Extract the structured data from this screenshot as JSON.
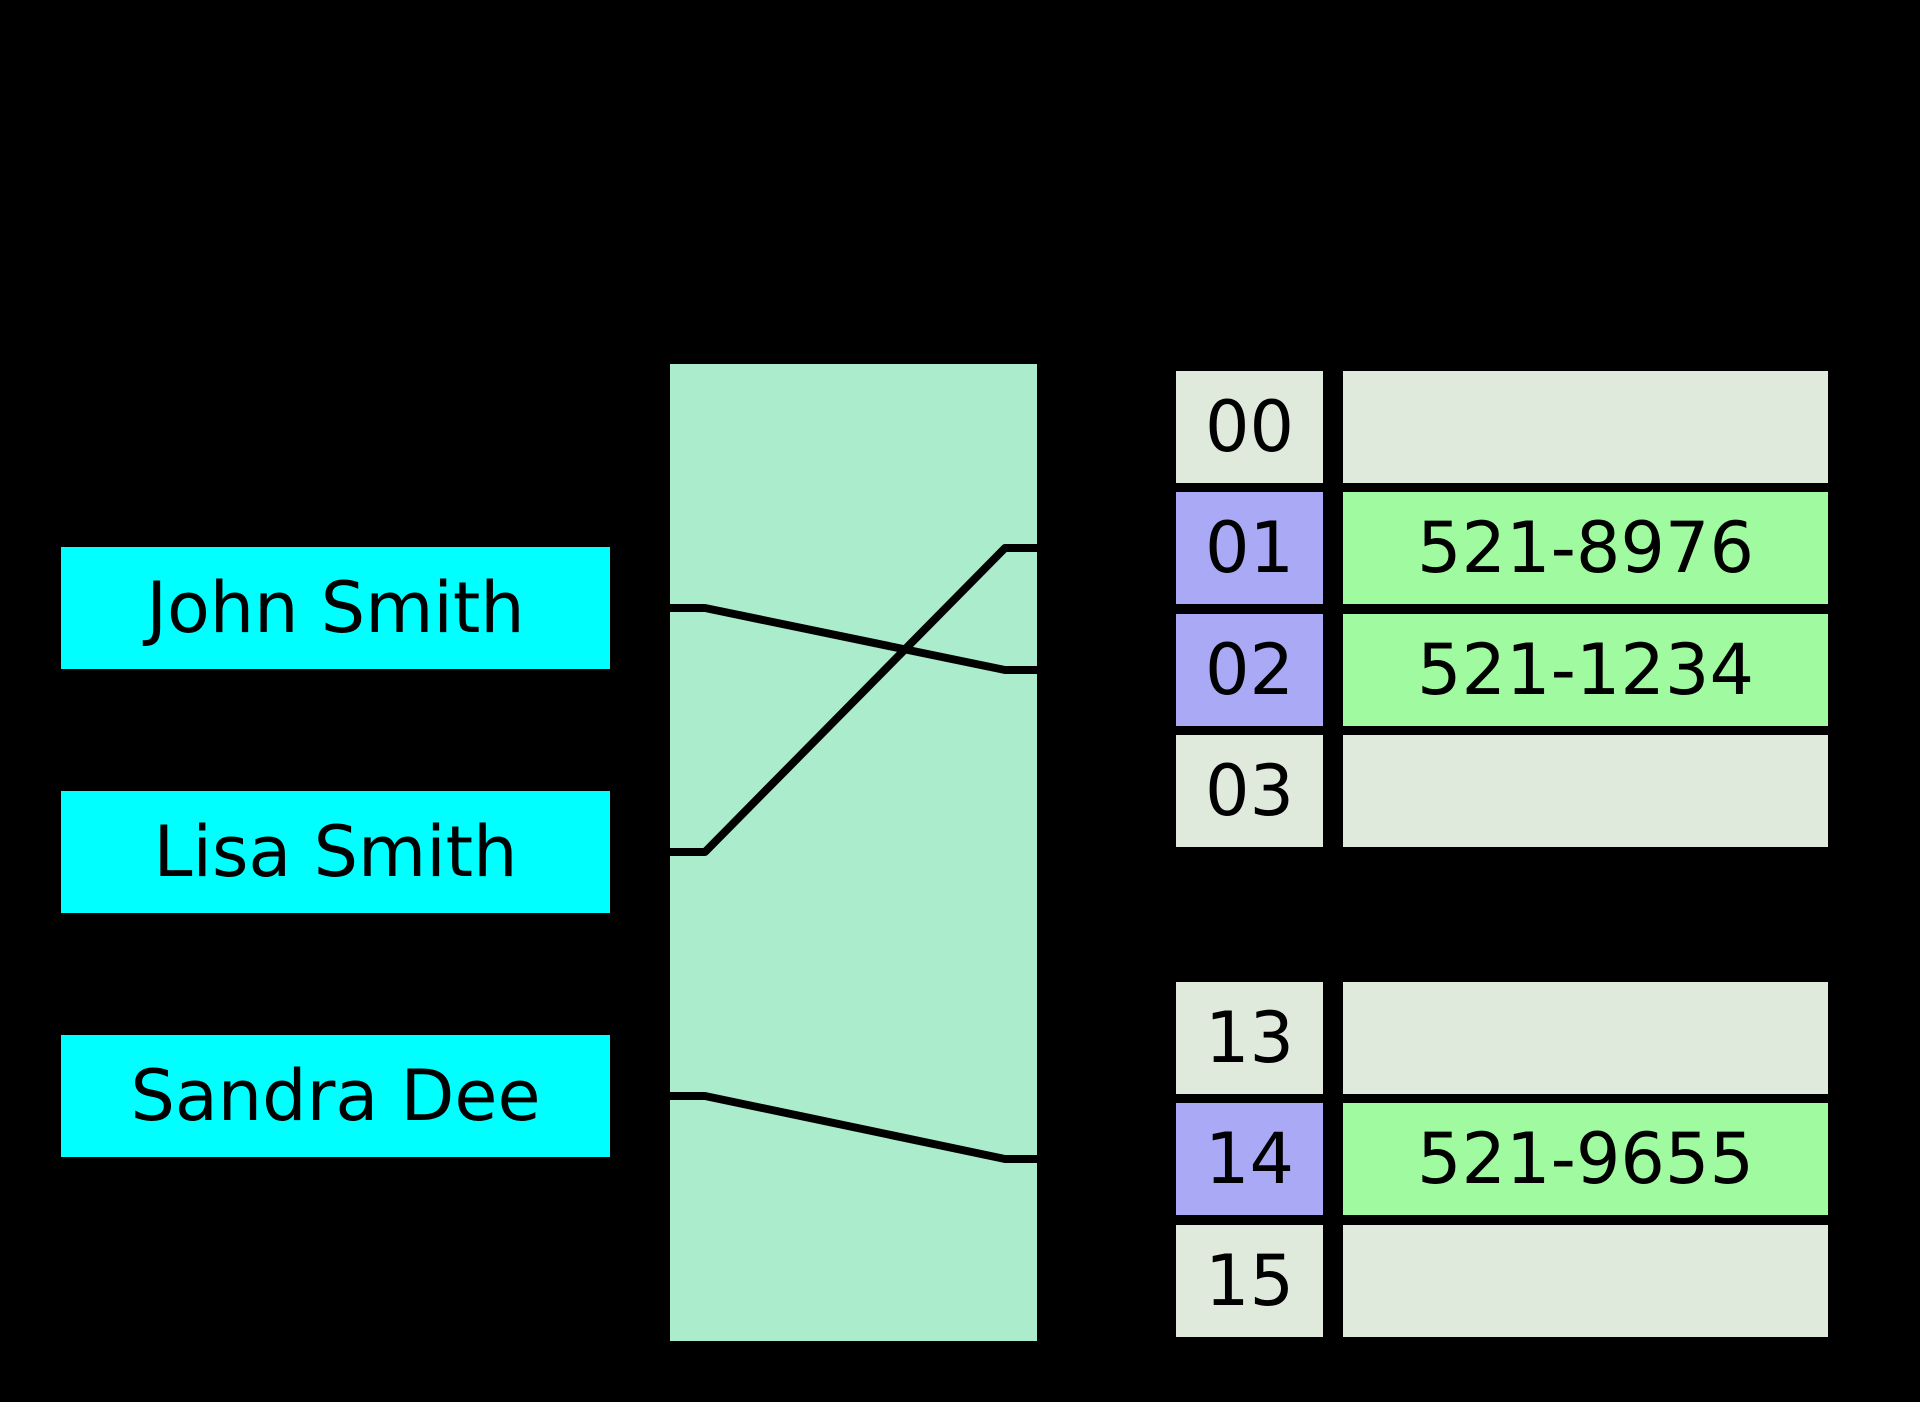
{
  "diagram": {
    "kind": "hash-table-mapping"
  },
  "colors": {
    "background": "#000000",
    "key_box": "#00ffff",
    "hash_box": "#aaeccb",
    "bucket_index_cell": "#dfe9dc",
    "bucket_index_highlight": "#a9a9f5",
    "bucket_value_empty": "#dfe9dc",
    "bucket_value_filled": "#a0fba0",
    "line": "#000000",
    "text": "#000000"
  },
  "keys": [
    {
      "label": "John Smith"
    },
    {
      "label": "Lisa Smith"
    },
    {
      "label": "Sandra Dee"
    }
  ],
  "buckets": {
    "rows": [
      {
        "index": "00",
        "value": "",
        "highlighted": false
      },
      {
        "index": "01",
        "value": "521-8976",
        "highlighted": true
      },
      {
        "index": "02",
        "value": "521-1234",
        "highlighted": true
      },
      {
        "index": "03",
        "value": "",
        "highlighted": false
      },
      {
        "index": "13",
        "value": "",
        "highlighted": false
      },
      {
        "index": "14",
        "value": "521-9655",
        "highlighted": true
      },
      {
        "index": "15",
        "value": "",
        "highlighted": false
      }
    ]
  },
  "mappings": [
    {
      "key": "John Smith",
      "bucket": "02"
    },
    {
      "key": "Lisa Smith",
      "bucket": "01"
    },
    {
      "key": "Sandra Dee",
      "bucket": "14"
    }
  ]
}
